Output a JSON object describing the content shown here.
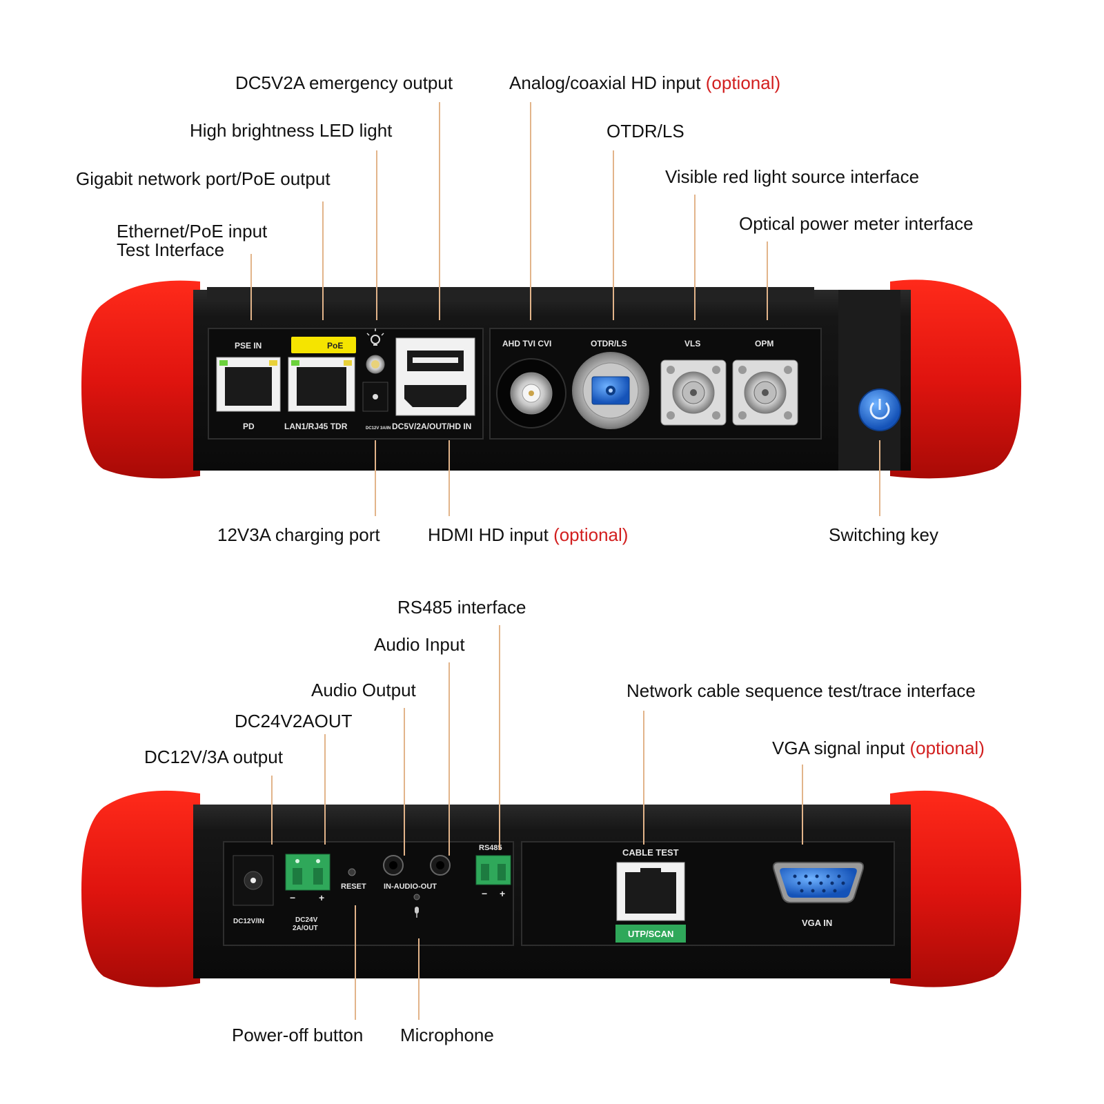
{
  "top_panel": {
    "callouts": {
      "dc5v2a": "DC5V2A emergency output",
      "analog_hd": "Analog/coaxial HD input",
      "analog_hd_opt": "(optional)",
      "led_light": "High brightness LED light",
      "otdr": "OTDR/LS",
      "gigabit": "Gigabit network port/PoE output",
      "vls_interface": "Visible red light source interface",
      "ethernet_line1": "Ethernet/PoE input",
      "ethernet_line2": "Test Interface",
      "opm_interface": "Optical power meter interface",
      "charging": "12V3A charging port",
      "hdmi": "HDMI HD input",
      "hdmi_opt": "(optional)",
      "switching_key": "Switching key"
    },
    "port_labels": {
      "pse_in": "PSE IN",
      "poe": "PoE",
      "pd": "PD",
      "lan_tdr": "LAN1/RJ45 TDR",
      "dc5v_out_hd_in": "DC5V/2A/OUT/HD IN",
      "dc12v_small": "DC12V 3A/IN",
      "ahd_tvi_cvi": "AHD TVI CVI",
      "otdr_ls": "OTDR/LS",
      "vls": "VLS",
      "opm": "OPM"
    },
    "icons": [
      "power-icon",
      "bulb-icon"
    ]
  },
  "bottom_panel": {
    "callouts": {
      "rs485": "RS485 interface",
      "audio_input": "Audio Input",
      "audio_output": "Audio Output",
      "network_test": "Network cable sequence test/trace interface",
      "dc24v": "DC24V2AOUT",
      "dc12v_out": "DC12V/3A output",
      "vga": "VGA signal input",
      "vga_opt": "(optional)",
      "power_off": "Power-off button",
      "microphone": "Microphone"
    },
    "port_labels": {
      "dc12v_in": "DC12V/IN",
      "dc24v_1": "DC24V",
      "dc24v_2": "2A/OUT",
      "minus": "−",
      "plus": "+",
      "reset": "RESET",
      "audio": "IN-AUDIO-OUT",
      "rs485": "RS485",
      "cable_test": "CABLE TEST",
      "utp_scan": "UTP/SCAN",
      "vga_in": "VGA IN"
    }
  },
  "colors": {
    "bumper_red": "#e0140f",
    "body_black": "#141414",
    "optional_red": "#d21f1f",
    "leader_line": "#e2b48a",
    "poe_yellow": "#f5e400",
    "power_blue": "#1f6fd6",
    "connector_green": "#2fa85a"
  }
}
